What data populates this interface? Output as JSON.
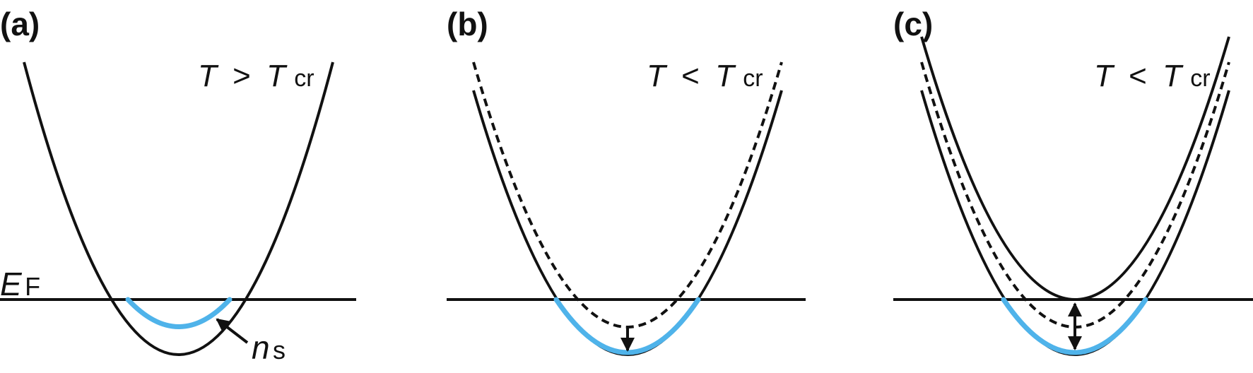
{
  "panels": [
    {
      "label": "(a)",
      "condition": {
        "var": "T",
        "op": ">",
        "ref": "T",
        "ref_sub": "cr"
      }
    },
    {
      "label": "(b)",
      "condition": {
        "var": "T",
        "op": "<",
        "ref": "T",
        "ref_sub": "cr"
      }
    },
    {
      "label": "(c)",
      "condition": {
        "var": "T",
        "op": "<",
        "ref": "T",
        "ref_sub": "cr"
      }
    }
  ],
  "fermi_label": {
    "main": "E",
    "sub": "F"
  },
  "carrier_label": {
    "main": "n",
    "sub": "s"
  },
  "colors": {
    "line": "#111111",
    "occupied": "#4fb3ea"
  }
}
